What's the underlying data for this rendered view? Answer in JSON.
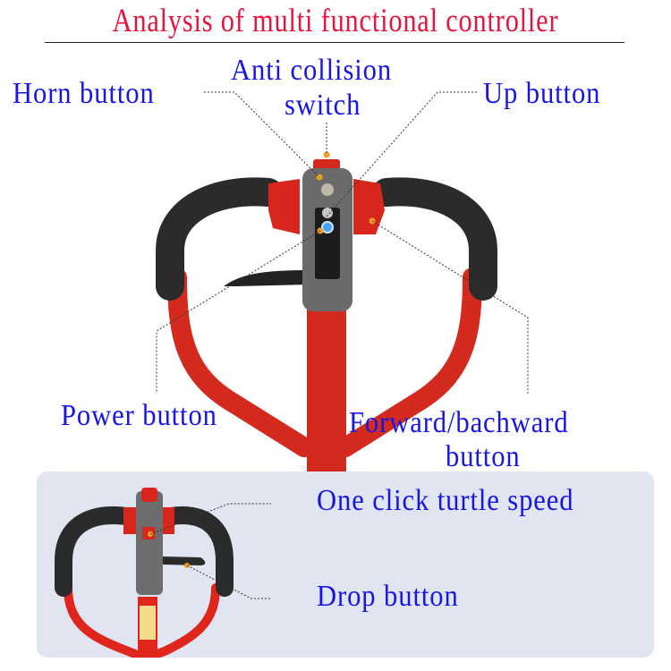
{
  "title": "Analysis of multi functional controller",
  "colors": {
    "title": "#e8133a",
    "label": "#1515e8",
    "handle_red": "#d42a1e",
    "grip_black": "#2b2b2b",
    "controller_gray": "#6b6b6b",
    "panel_bg": "#e1e5f1",
    "marker_orange": "#f0a020"
  },
  "labels": {
    "horn": "Horn button",
    "anti_collision_line1": "Anti collision",
    "anti_collision_line2": "switch",
    "up": "Up button",
    "power": "Power button",
    "fwd_back_line1": "Forward/bachward",
    "fwd_back_line2": "button",
    "turtle": "One click turtle speed",
    "drop": "Drop button"
  }
}
